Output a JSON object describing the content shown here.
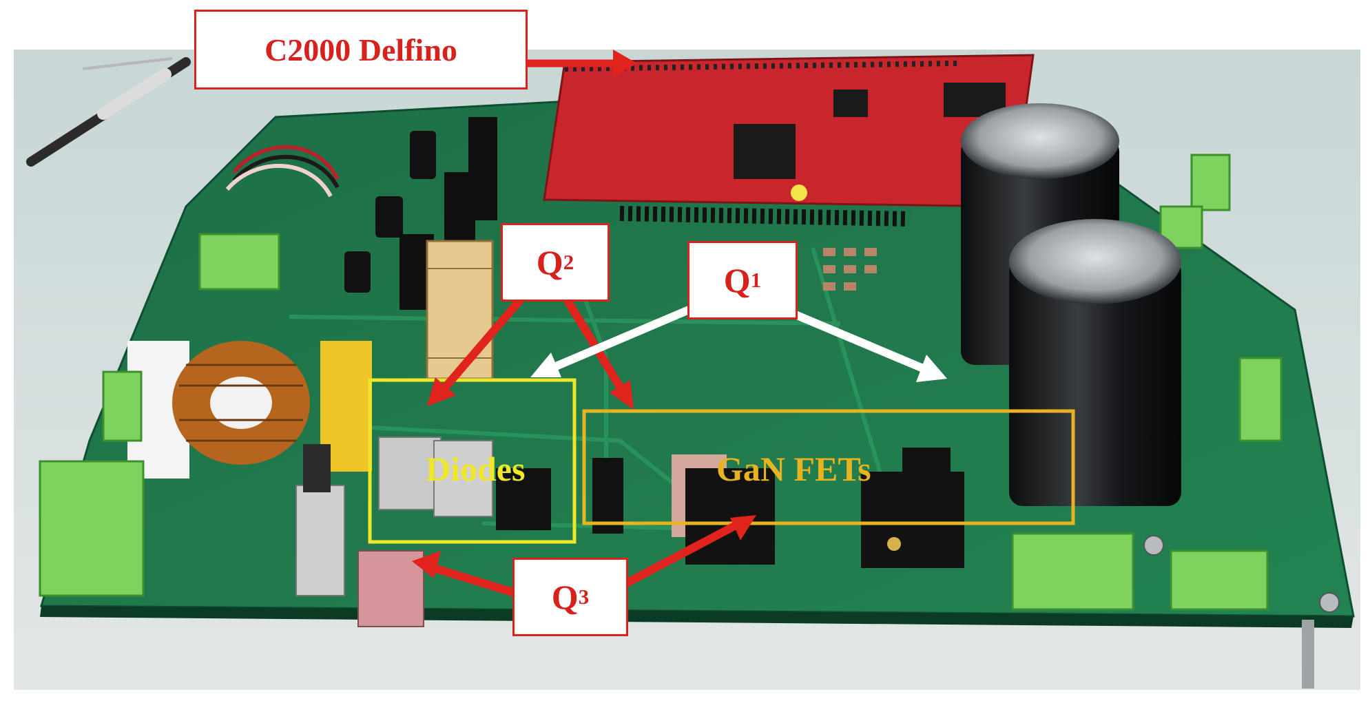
{
  "photo": {
    "subject": "power-electronics-circuit-board",
    "colors": {
      "pcb": "#1f7a4c",
      "red_board": "#c8262c",
      "label_red": "#d6211c",
      "arrow_white": "#ffffff",
      "diodes_box": "#f0e62a",
      "gan_box": "#e8b321",
      "connector_green": "#7ed35f"
    }
  },
  "labels": {
    "controller": "C2000 Delfino",
    "q1": {
      "letter": "Q",
      "subscript": "1"
    },
    "q2": {
      "letter": "Q",
      "subscript": "2"
    },
    "q3": {
      "letter": "Q",
      "subscript": "3"
    }
  },
  "regions": {
    "diodes": "Diodes",
    "gan_fets": "GaN FETs"
  }
}
